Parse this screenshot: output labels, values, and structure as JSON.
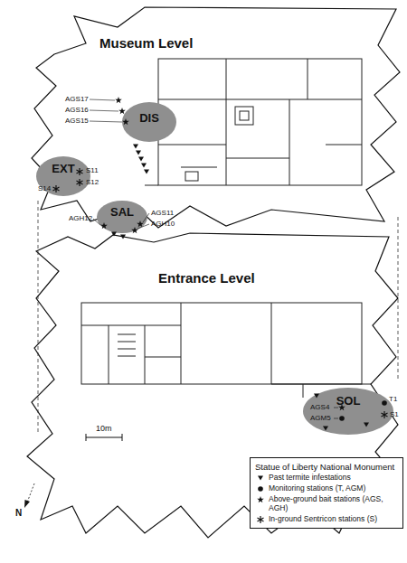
{
  "diagram": {
    "nodes": [
      {
        "text": [
          "Museum Level"
        ]
      },
      {
        "text": [
          "DIS"
        ],
        "in": 0
      },
      {
        "text": [
          "EXT"
        ]
      },
      {
        "text": [
          "SAL"
        ]
      },
      {
        "text": [
          "Entrance Level"
        ]
      },
      {
        "text": [
          "SOL"
        ],
        "in": 4
      }
    ],
    "labels": [
      "AGS17",
      "AGS16",
      "AGS15",
      "S11",
      "S12",
      "S14",
      "AGH12",
      "AGS11",
      "AGH10",
      "AGS4",
      "AGM5",
      "T1",
      "S1",
      "10m",
      "N",
      "Statue of Liberty National Monument"
    ],
    "legend": [
      {
        "text": "Past termite infestations"
      },
      {
        "text": "Monitoring stations (T, AGM)"
      },
      {
        "text": "Above-ground bait stations (AGS, AGH)"
      },
      {
        "text": "In-ground Sentricon stations (S)"
      }
    ]
  }
}
